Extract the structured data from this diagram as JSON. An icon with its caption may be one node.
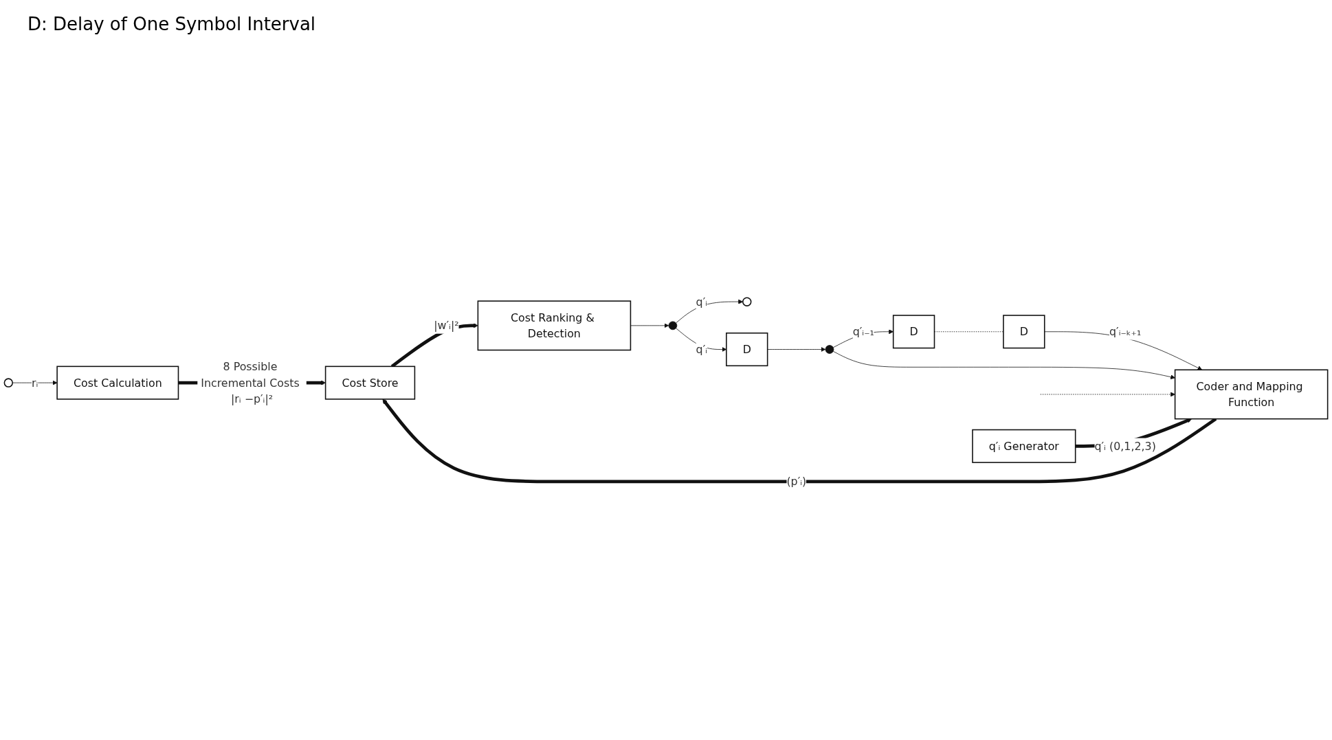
{
  "diagram": {
    "nodes": [
      {
        "text": [],
        "shape": "circle"
      },
      {
        "text": [
          "Cost Calculation"
        ]
      },
      {
        "text": [
          "Cost Store"
        ]
      },
      {
        "text": [
          "Cost Ranking & Detection"
        ]
      },
      {
        "text": [],
        "shape": "circle"
      },
      {
        "text": [],
        "shape": "circle"
      },
      {
        "text": [
          "D"
        ]
      },
      {
        "text": [],
        "shape": "circle"
      },
      {
        "text": [
          "D"
        ]
      },
      {
        "text": [
          "D"
        ]
      },
      {
        "text": [
          "Coder and Mapping Function"
        ]
      },
      {
        "text": [
          "q′ᵢ Generator"
        ]
      }
    ],
    "edges": [
      {
        "from": 0,
        "to": 1,
        "arrow": "to",
        "label": "rᵢ"
      },
      {
        "from": 1,
        "to": 2,
        "arrow": "to",
        "style": "thick",
        "label": "8 Possible Incremental Costs |rᵢ −p′ᵢ|²"
      },
      {
        "from": 2,
        "to": 3,
        "arrow": "to",
        "style": "thick",
        "label": "|w′ᵢ|²"
      },
      {
        "from": 3,
        "to": 4,
        "arrow": "to"
      },
      {
        "from": 4,
        "to": 5,
        "arrow": "to",
        "label": "q′ᵢ"
      },
      {
        "from": 4,
        "to": 6,
        "arrow": "to",
        "label": "q′ᵢ"
      },
      {
        "from": 6,
        "to": 7,
        "arrow": "to"
      },
      {
        "from": 7,
        "to": 8,
        "arrow": "to",
        "label": "q′ᵢ₋₁"
      },
      {
        "from": 8,
        "to": 9,
        "arrow": "none",
        "style": "dashed"
      },
      {
        "from": 9,
        "to": 10,
        "arrow": "to",
        "label": "q′ᵢ₋ₖ₊₁"
      },
      {
        "from": 7,
        "to": 10,
        "arrow": "to"
      },
      {
        "from": null,
        "to": 10,
        "arrow": "to",
        "style": "dashed"
      },
      {
        "from": 11,
        "to": 10,
        "arrow": "to",
        "style": "thick",
        "label": "q′ᵢ (0,1,2,3)"
      },
      {
        "from": 10,
        "to": 2,
        "arrow": "to",
        "style": "thick",
        "label": "(p′ᵢ)"
      }
    ],
    "labels": [
      "D: Delay of One Symbol Interval"
    ]
  }
}
